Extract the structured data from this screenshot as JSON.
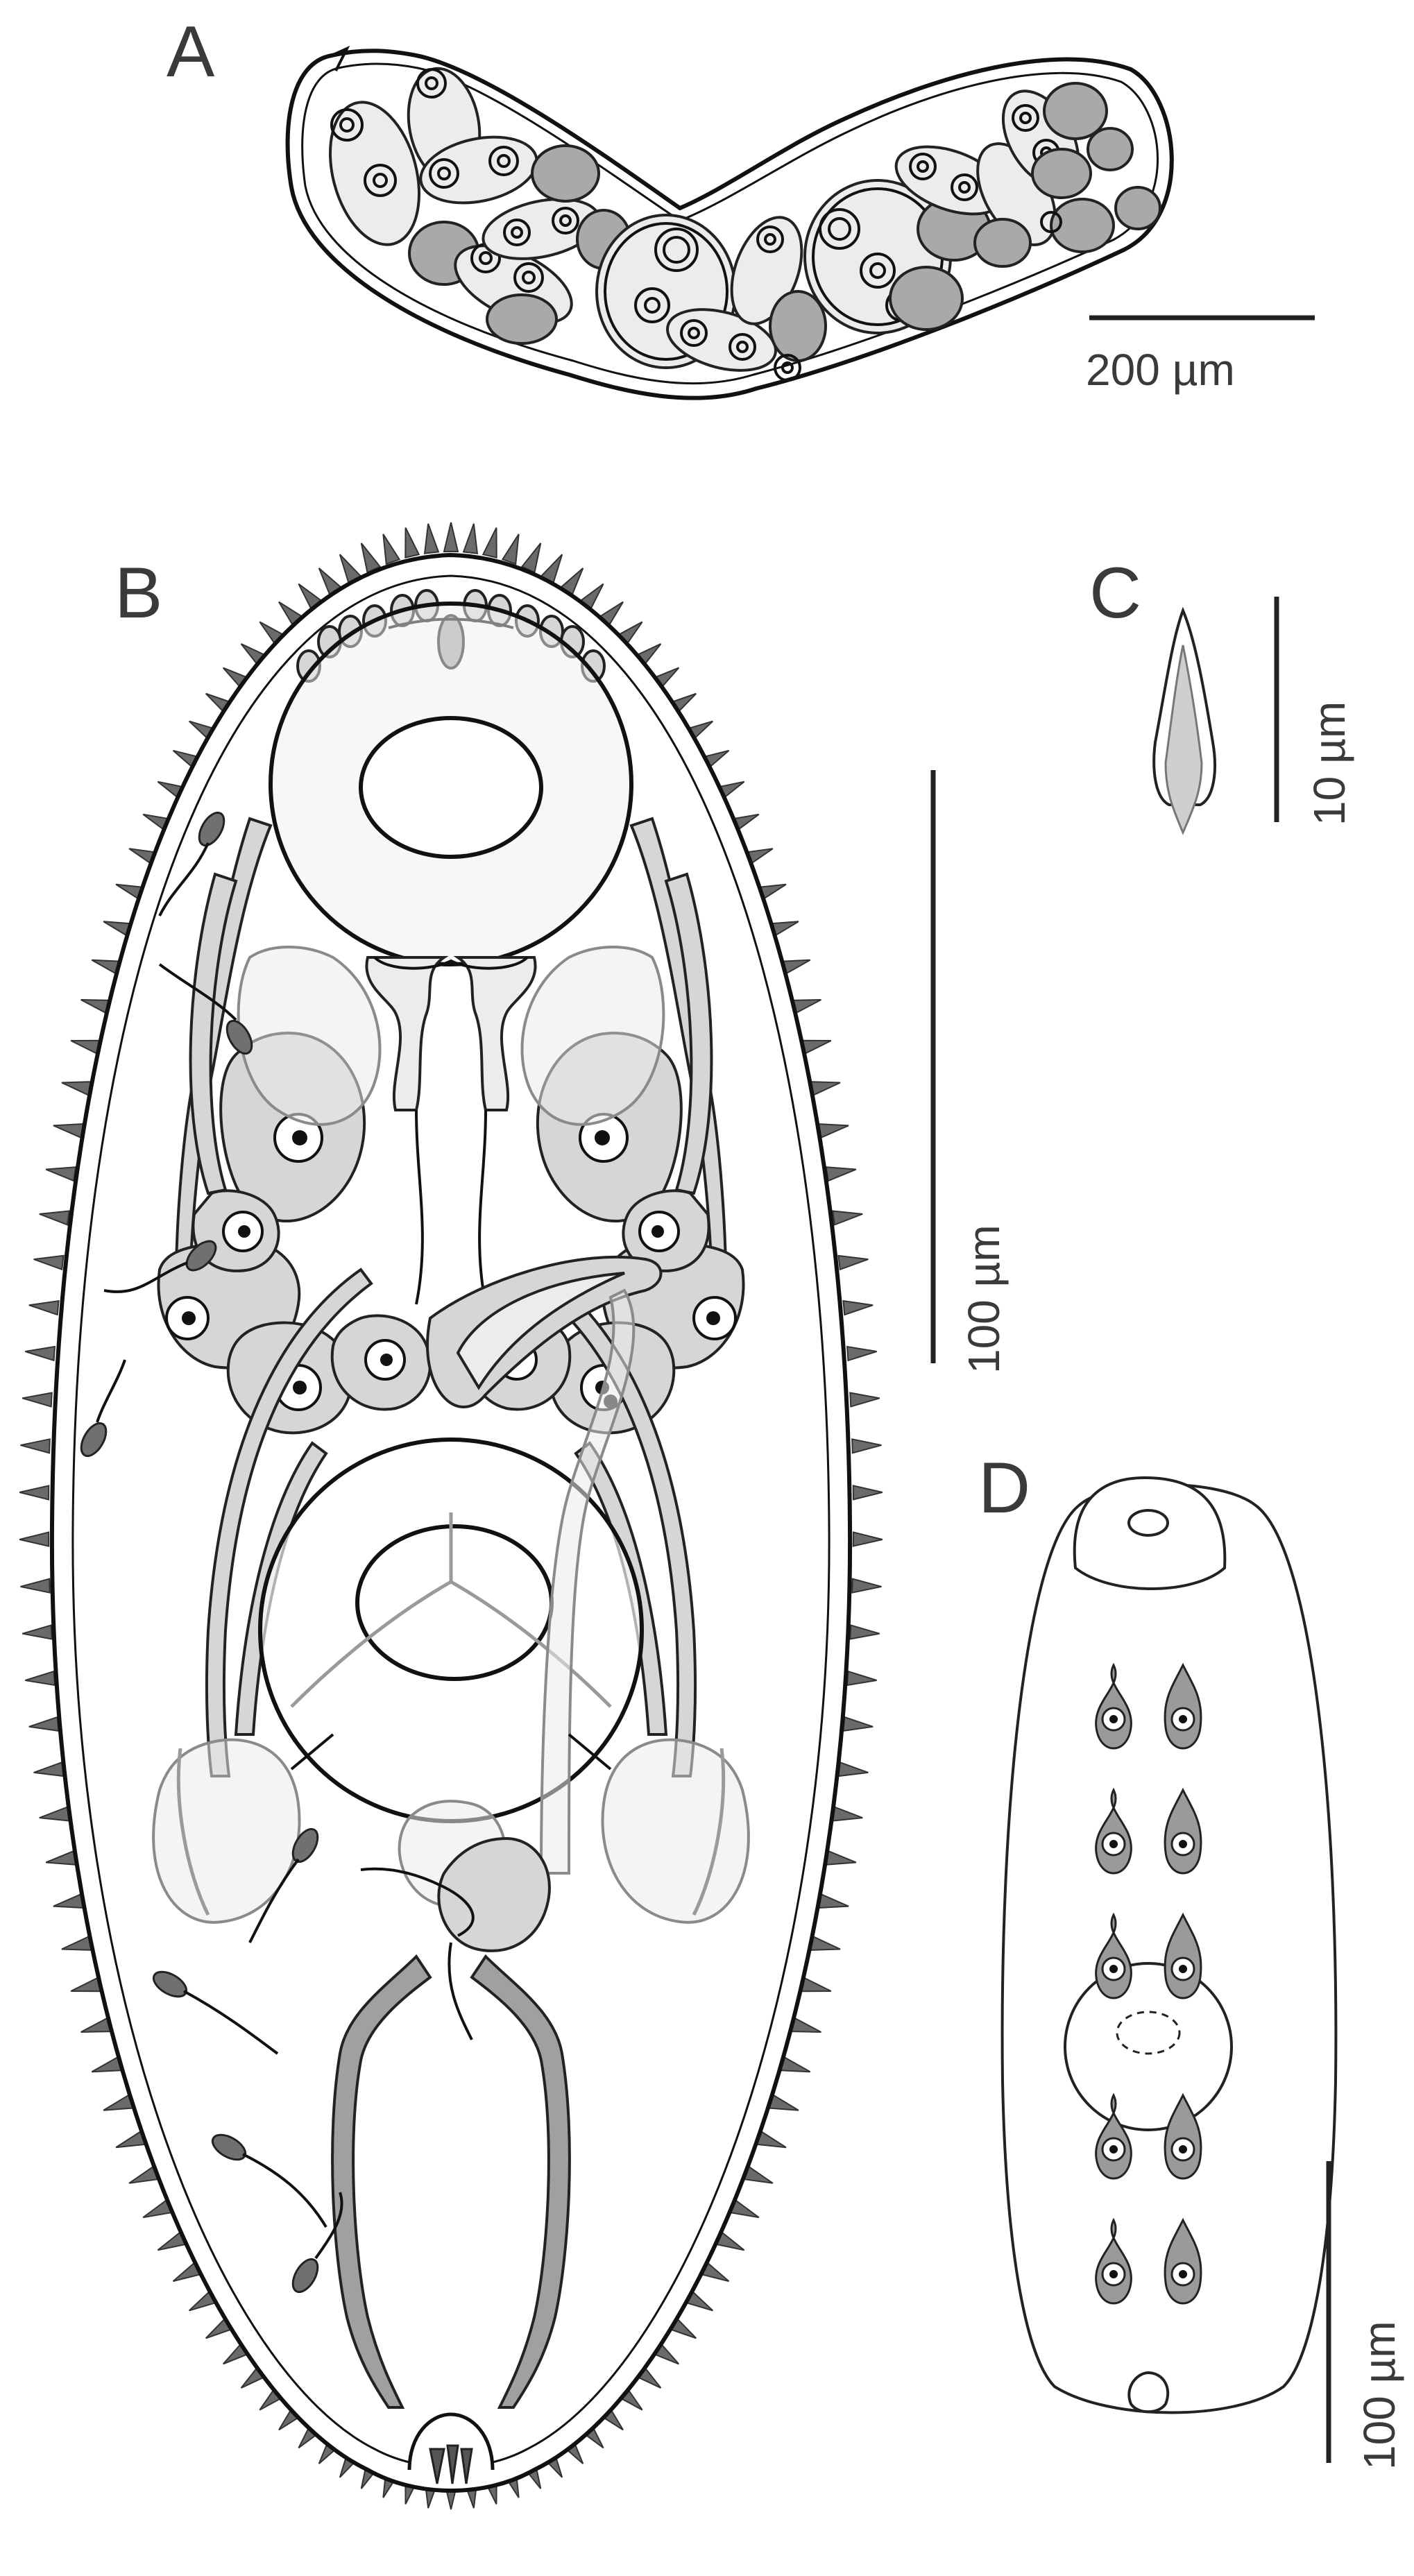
{
  "panels": {
    "a": {
      "label": "A",
      "scale_text": "200 µm"
    },
    "b": {
      "label": "B",
      "scale_text": "100 µm"
    },
    "c": {
      "label": "C",
      "scale_text": "10 µm"
    },
    "d": {
      "label": "D",
      "scale_text": "100 µm"
    }
  },
  "colors": {
    "outline": "#111111",
    "light_fill": "#d6d6d6",
    "mid_fill": "#a9a9a9",
    "pale_fill": "#ececec",
    "text": "#3a3a3a"
  }
}
